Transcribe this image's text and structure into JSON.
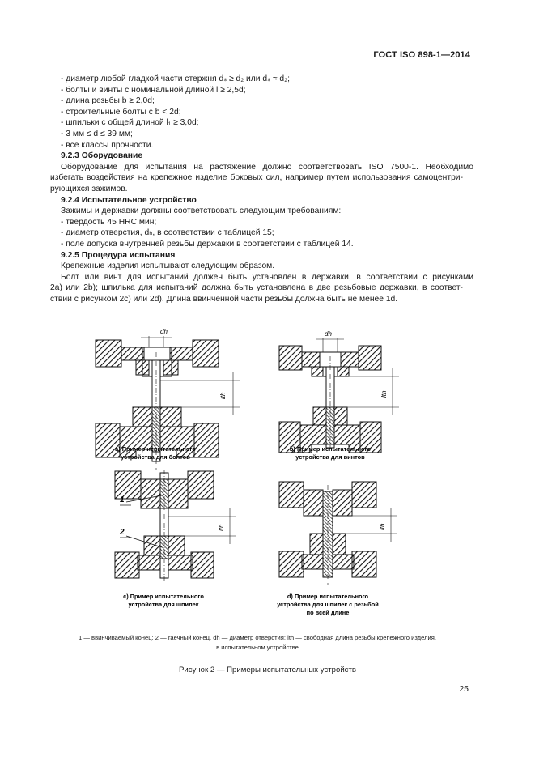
{
  "header": {
    "title": "ГОСТ ISO 898-1—2014"
  },
  "body_lines": [
    {
      "text": "- диаметр любой гладкой части стержня dₛ ≥ d₂ или dₛ ≈ d₂;",
      "cls": ""
    },
    {
      "text": "- болты и винты с номинальной длиной l ≥ 2,5d;",
      "cls": ""
    },
    {
      "text": "- длина резьбы b ≥ 2,0d;",
      "cls": ""
    },
    {
      "text": "- строительные болты с b < 2d;",
      "cls": ""
    },
    {
      "text": "- шпильки с общей длиной l₁ ≥ 3,0d;",
      "cls": ""
    },
    {
      "text": "- 3 мм ≤ d ≤ 39 мм;",
      "cls": ""
    },
    {
      "text": "- все классы прочности.",
      "cls": ""
    },
    {
      "text": "9.2.3 Оборудование",
      "cls": "bold"
    },
    {
      "text": "Оборудование для испытания на растяжение должно соответствовать ISO 7500-1. Необходимо",
      "cls": "j"
    },
    {
      "text": "избегать воздействия на крепежное изделие боковых сил, например путем использования самоцентри-",
      "cls": "j out"
    },
    {
      "text": "рующихся зажимов.",
      "cls": "out"
    },
    {
      "text": "9.2.4 Испытательное устройство",
      "cls": "bold"
    },
    {
      "text": "Зажимы и державки должны соответствовать следующим требованиям:",
      "cls": ""
    },
    {
      "text": "- твердость 45 HRC мин;",
      "cls": ""
    },
    {
      "text": "- диаметр отверстия, dₕ, в соответствии с таблицей 15;",
      "cls": ""
    },
    {
      "text": "- поле допуска внутренней резьбы державки в соответствии с таблицей 14.",
      "cls": ""
    },
    {
      "text": "9.2.5 Процедура испытания",
      "cls": "bold"
    },
    {
      "text": "Крепежные изделия испытывают следующим образом.",
      "cls": ""
    },
    {
      "text": "Болт или винт для испытаний должен быть установлен в державки, в соответствии с рисунками",
      "cls": "j"
    },
    {
      "text": "2а) или 2b); шпилька для испытаний должна быть установлена в две резьбовые державки, в соответ-",
      "cls": "j out"
    },
    {
      "text": "ствии с рисунком 2с) или 2d). Длина ввинченной части резьбы должна быть не менее 1d.",
      "cls": "out"
    }
  ],
  "figure": {
    "label_dh": "dh",
    "label_lth": "lth",
    "callout_1": "1",
    "callout_2": "2",
    "captions": {
      "a1": "а) Пример испытательного",
      "a2": "устройства для болтов",
      "b1": "b) Пример испытательного",
      "b2": "устройства для винтов",
      "c1": "с) Пример испытательного",
      "c2": "устройства для шпилек",
      "d1": "d) Пример испытательного",
      "d2": "устройства для шпилек с резьбой",
      "d3": "по всей длине"
    }
  },
  "legend": {
    "line1": "1 — ввинчиваемый конец; 2 — гаечный конец, dh — диаметр отверстия; lth — свободная длина резьбы крепежного изделия,",
    "line2": "в испытательном устройстве"
  },
  "figure_caption": "Рисунок 2 — Примеры испытательных устройств",
  "page_number": "25"
}
